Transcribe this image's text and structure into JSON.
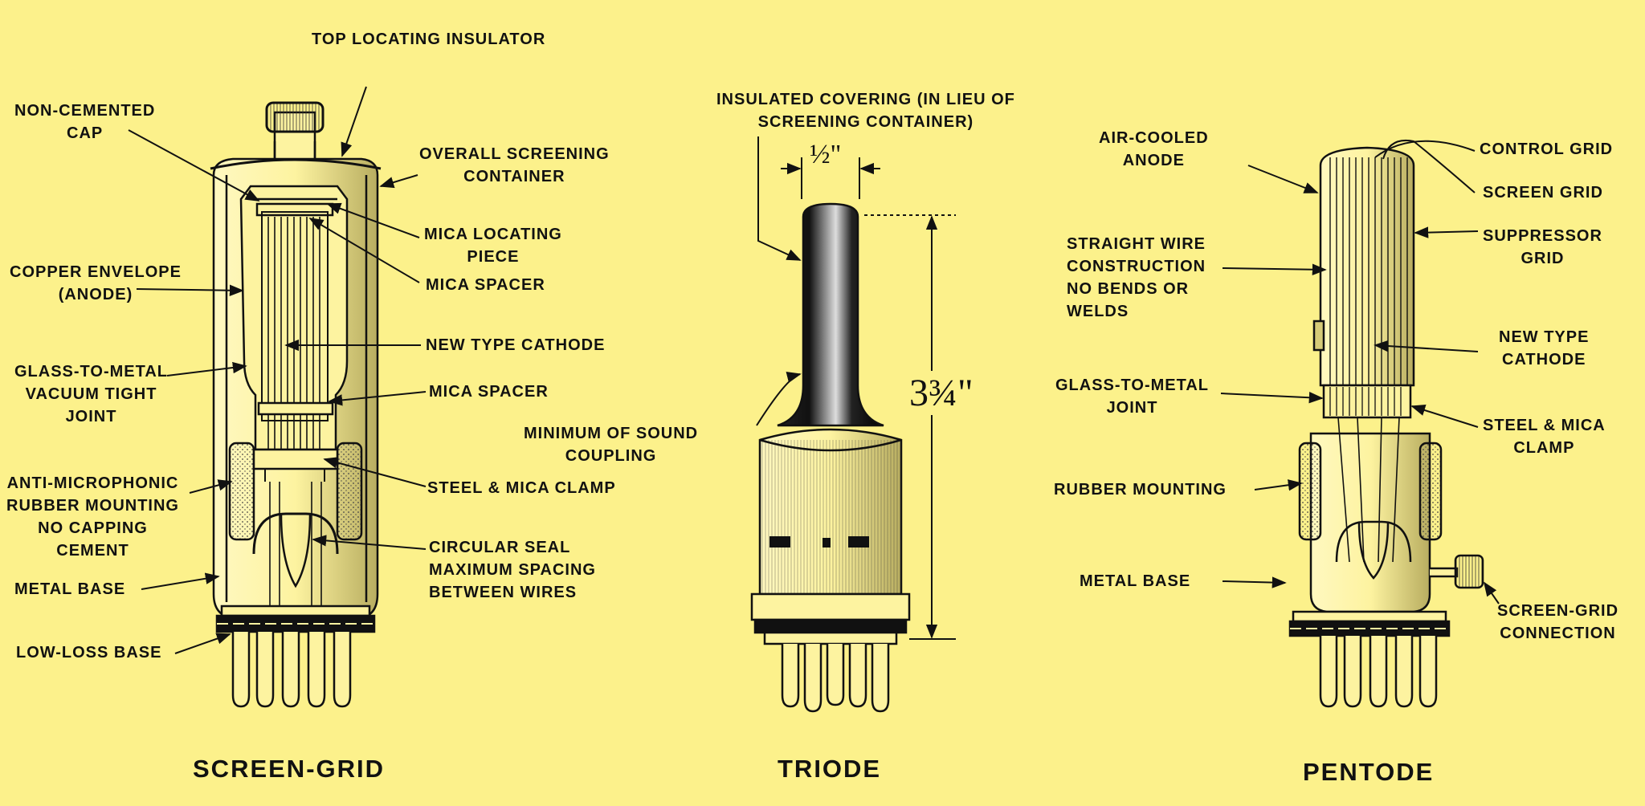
{
  "palette": {
    "background": "#fcf18b",
    "ink": "#111111"
  },
  "titles": {
    "screen_grid": "SCREEN-GRID",
    "triode": "TRIODE",
    "pentode": "PENTODE"
  },
  "screen_grid_labels": {
    "top_locating_insulator": "TOP LOCATING INSULATOR",
    "non_cemented_cap": [
      "NON-CEMENTED",
      "CAP"
    ],
    "overall_screening_container": [
      "OVERALL SCREENING",
      "CONTAINER"
    ],
    "mica_locating_piece": [
      "MICA LOCATING",
      "PIECE"
    ],
    "mica_spacer_top": "MICA SPACER",
    "copper_envelope": [
      "COPPER ENVELOPE",
      "(ANODE)"
    ],
    "new_type_cathode": "NEW TYPE CATHODE",
    "glass_to_metal": [
      "GLASS-TO-METAL",
      "VACUUM TIGHT",
      "JOINT"
    ],
    "mica_spacer_mid": "MICA  SPACER",
    "anti_microphonic": [
      "ANTI-MICROPHONIC",
      "RUBBER MOUNTING",
      "NO CAPPING",
      "CEMENT"
    ],
    "steel_mica_clamp": "STEEL & MICA CLAMP",
    "circular_seal": [
      "CIRCULAR SEAL",
      "MAXIMUM SPACING",
      "BETWEEN WIRES"
    ],
    "metal_base": "METAL BASE",
    "low_loss_base": "LOW-LOSS BASE"
  },
  "triode_labels": {
    "insulated_covering": [
      "INSULATED COVERING (IN LIEU OF",
      "SCREENING CONTAINER)"
    ],
    "width_dimension": "½\"",
    "height_dimension": "3¾\"",
    "minimum_sound_coupling": [
      "MINIMUM OF SOUND",
      "COUPLING"
    ]
  },
  "pentode_labels": {
    "air_cooled_anode": [
      "AIR-COOLED",
      "ANODE"
    ],
    "control_grid": "CONTROL GRID",
    "screen_grid": "SCREEN GRID",
    "suppressor_grid": [
      "SUPPRESSOR",
      "GRID"
    ],
    "straight_wire": [
      "STRAIGHT WIRE",
      "CONSTRUCTION",
      "NO BENDS OR",
      "WELDS"
    ],
    "new_type_cathode": [
      "NEW TYPE",
      "CATHODE"
    ],
    "glass_to_metal": [
      "GLASS-TO-METAL",
      "JOINT"
    ],
    "steel_mica_clamp": [
      "STEEL & MICA",
      "CLAMP"
    ],
    "rubber_mounting": "RUBBER MOUNTING",
    "metal_base": "METAL BASE",
    "screen_grid_connection": [
      "SCREEN-GRID",
      "CONNECTION"
    ]
  }
}
